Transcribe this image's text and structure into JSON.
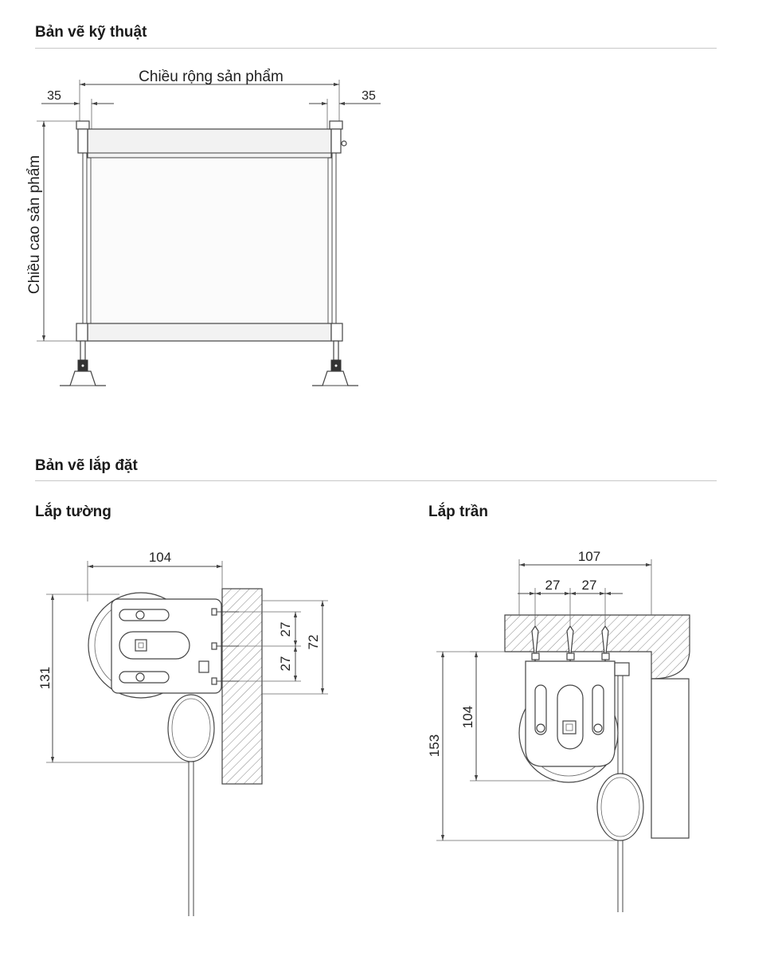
{
  "sections": {
    "technical": {
      "title": "Bản vẽ kỹ thuật"
    },
    "installation": {
      "title": "Bản vẽ lắp đặt"
    }
  },
  "technical_drawing": {
    "width_label": "Chiều rộng sản phẩm",
    "height_label": "Chiều cao sản phẩm",
    "left_offset": "35",
    "right_offset": "35"
  },
  "wall_mount": {
    "title": "Lắp tường",
    "dim_width": "104",
    "dim_height": "131",
    "dim_spacing_top": "27",
    "dim_spacing_bottom": "27",
    "dim_total": "72"
  },
  "ceiling_mount": {
    "title": "Lắp trần",
    "dim_width": "107",
    "dim_spacing_left": "27",
    "dim_spacing_right": "27",
    "dim_inner_height": "104",
    "dim_total_height": "153"
  },
  "colors": {
    "line": "#444444",
    "rule": "#c8c8c8",
    "text": "#1a1a1a"
  }
}
